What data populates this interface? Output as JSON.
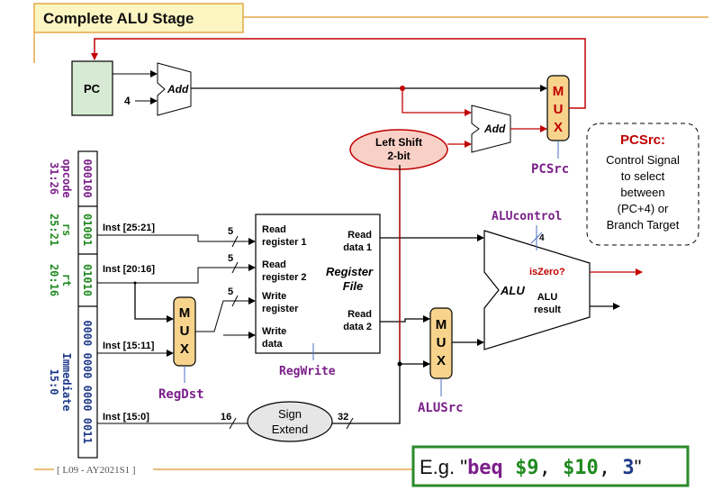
{
  "title": "Complete ALU Stage",
  "footer": "[ L09 - AY2021S1 ]",
  "pc": {
    "label": "PC"
  },
  "add_top": {
    "label": "Add",
    "const_input": "4"
  },
  "add_branch": {
    "label": "Add"
  },
  "shift": {
    "line1": "Left Shift",
    "line2": "2-bit"
  },
  "mux_pc": {
    "letters": [
      "M",
      "U",
      "X"
    ],
    "control": "PCSrc"
  },
  "pcsrc_box": {
    "title": "PCSrc:",
    "lines": [
      "Control Signal",
      "to select",
      "between",
      "(PC+4) or",
      "Branch Target"
    ]
  },
  "instruction_fields": [
    {
      "name": "opcode",
      "range": "31:26",
      "bits": "000100",
      "color": "#7b1f8a"
    },
    {
      "name": "rs",
      "range": "25:21",
      "bits": "01001",
      "color": "#1f8a1f"
    },
    {
      "name": "rt",
      "range": "20:16",
      "bits": "01010",
      "color": "#1f8a1f"
    },
    {
      "name": "Immediate",
      "range": "15:0",
      "bits": "0000 0000 0000 0011",
      "color": "#1f3a8a"
    }
  ],
  "inst_labels": [
    "Inst [25:21]",
    "Inst [20:16]",
    "Inst [15:11]",
    "Inst [15:0]"
  ],
  "bus_widths": {
    "read1": "5",
    "read2": "5",
    "write": "5",
    "imm_in": "16",
    "imm_out": "32",
    "aluctl": "4"
  },
  "register_file": {
    "title_line1": "Register",
    "title_line2": "File",
    "read_reg1": [
      "Read",
      "register 1"
    ],
    "read_reg2": [
      "Read",
      "register 2"
    ],
    "write_reg": [
      "Write",
      "register"
    ],
    "write_data": [
      "Write",
      "data"
    ],
    "read_data1": [
      "Read",
      "data 1"
    ],
    "read_data2": [
      "Read",
      "data 2"
    ],
    "control": "RegWrite"
  },
  "mux_regdst": {
    "letters": [
      "M",
      "U",
      "X"
    ],
    "control": "RegDst"
  },
  "mux_alusrc": {
    "letters": [
      "M",
      "U",
      "X"
    ],
    "control": "ALUSrc"
  },
  "sign_extend": {
    "line1": "Sign",
    "line2": "Extend"
  },
  "alu": {
    "label": "ALU",
    "zero": "isZero?",
    "result1": "ALU",
    "result2": "result",
    "control": "ALUcontrol"
  },
  "example": {
    "prefix": "E.g. \"",
    "op": "beq",
    "r1": "$9",
    "comma1": ", ",
    "r2": "$10",
    "comma2": ", ",
    "imm": "3",
    "suffix": "\""
  }
}
